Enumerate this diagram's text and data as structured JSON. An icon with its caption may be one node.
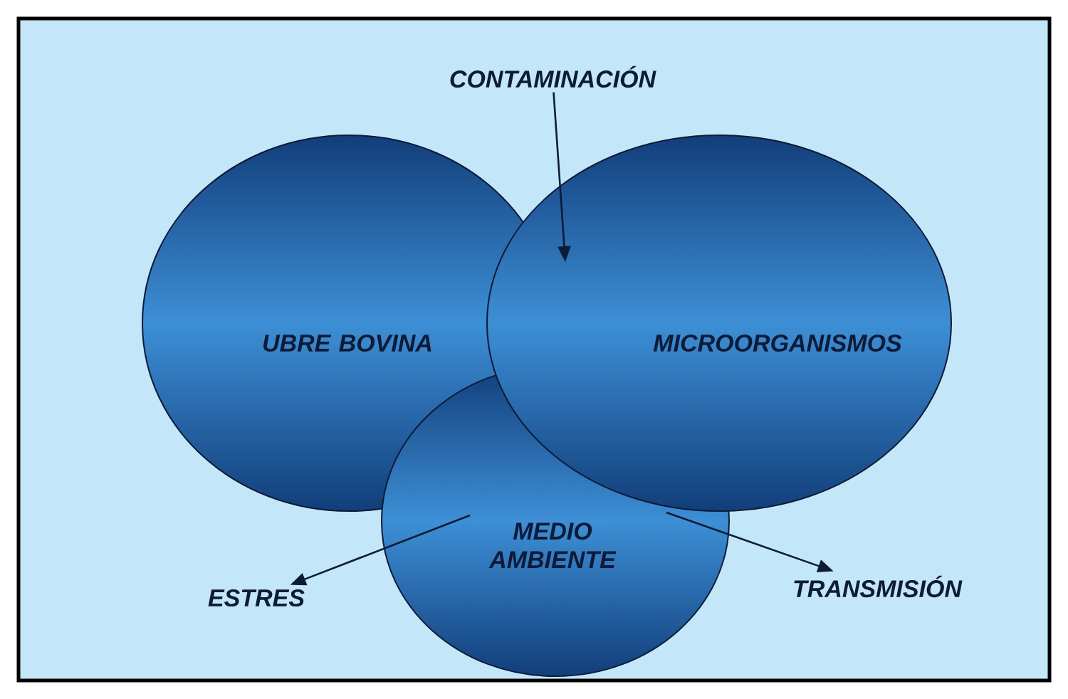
{
  "diagram": {
    "nodes": [
      {
        "text": [
          "UBRE BOVINA"
        ]
      },
      {
        "text": [
          "MEDIO AMBIENTE"
        ]
      },
      {
        "text": [
          "MICROORGANISMOS"
        ]
      },
      {
        "text": [
          "CONTAMINACIÓN"
        ]
      },
      {
        "text": [
          "ESTRES"
        ]
      },
      {
        "text": [
          "TRANSMISIÓN"
        ]
      }
    ],
    "edges": [
      {
        "from": 3,
        "to": 2,
        "arrow": "to"
      },
      {
        "from": 1,
        "to": 4,
        "arrow": "to"
      },
      {
        "from": 1,
        "to": 5,
        "arrow": "to"
      }
    ]
  }
}
